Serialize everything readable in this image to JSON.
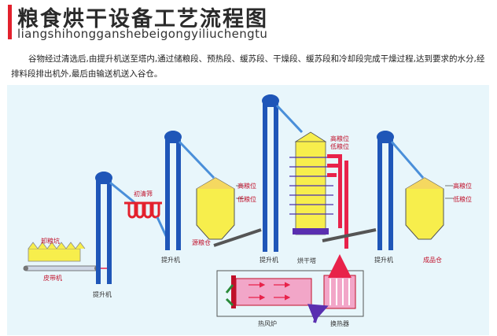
{
  "header": {
    "title": "粮食烘干设备工艺流程图",
    "subtitle": "liangshihongganshebeigongyiliuchengtu",
    "description": "谷物经过清选后,由提升机送至塔内,通过储粮段、预热段、缓苏段、干燥段、缓苏段和冷却段完成干燥过程,达到要求的水分,经排料段排出机外,最后由输送机送入谷仓。"
  },
  "diagram": {
    "labels": {
      "unloading_pit": "卸粮坑",
      "belt_conveyor": "皮带机",
      "elevator_1": "提升机",
      "pre_cleaner": "初清筛",
      "elevator_2": "提升机",
      "high_level_1": "高粮位",
      "low_level_1": "低粮位",
      "source_bin": "源粮仓",
      "elevator_3": "提升机",
      "high_level_tower": "高粮位",
      "low_level_tower": "低粮位",
      "dryer_tower": "烘干塔",
      "elevator_4": "提升机",
      "high_level_2": "高粮位",
      "low_level_2": "低粮位",
      "product_bin": "成品仓",
      "hot_air_furnace": "热风炉",
      "heat_exchanger": "换热器"
    },
    "colors": {
      "elevator": "#1f56b8",
      "bin_fill": "#f7ee4c",
      "hot_air": "#e8224a",
      "furnace_fill": "#f2a6c8",
      "accent": "#e3212d"
    }
  }
}
